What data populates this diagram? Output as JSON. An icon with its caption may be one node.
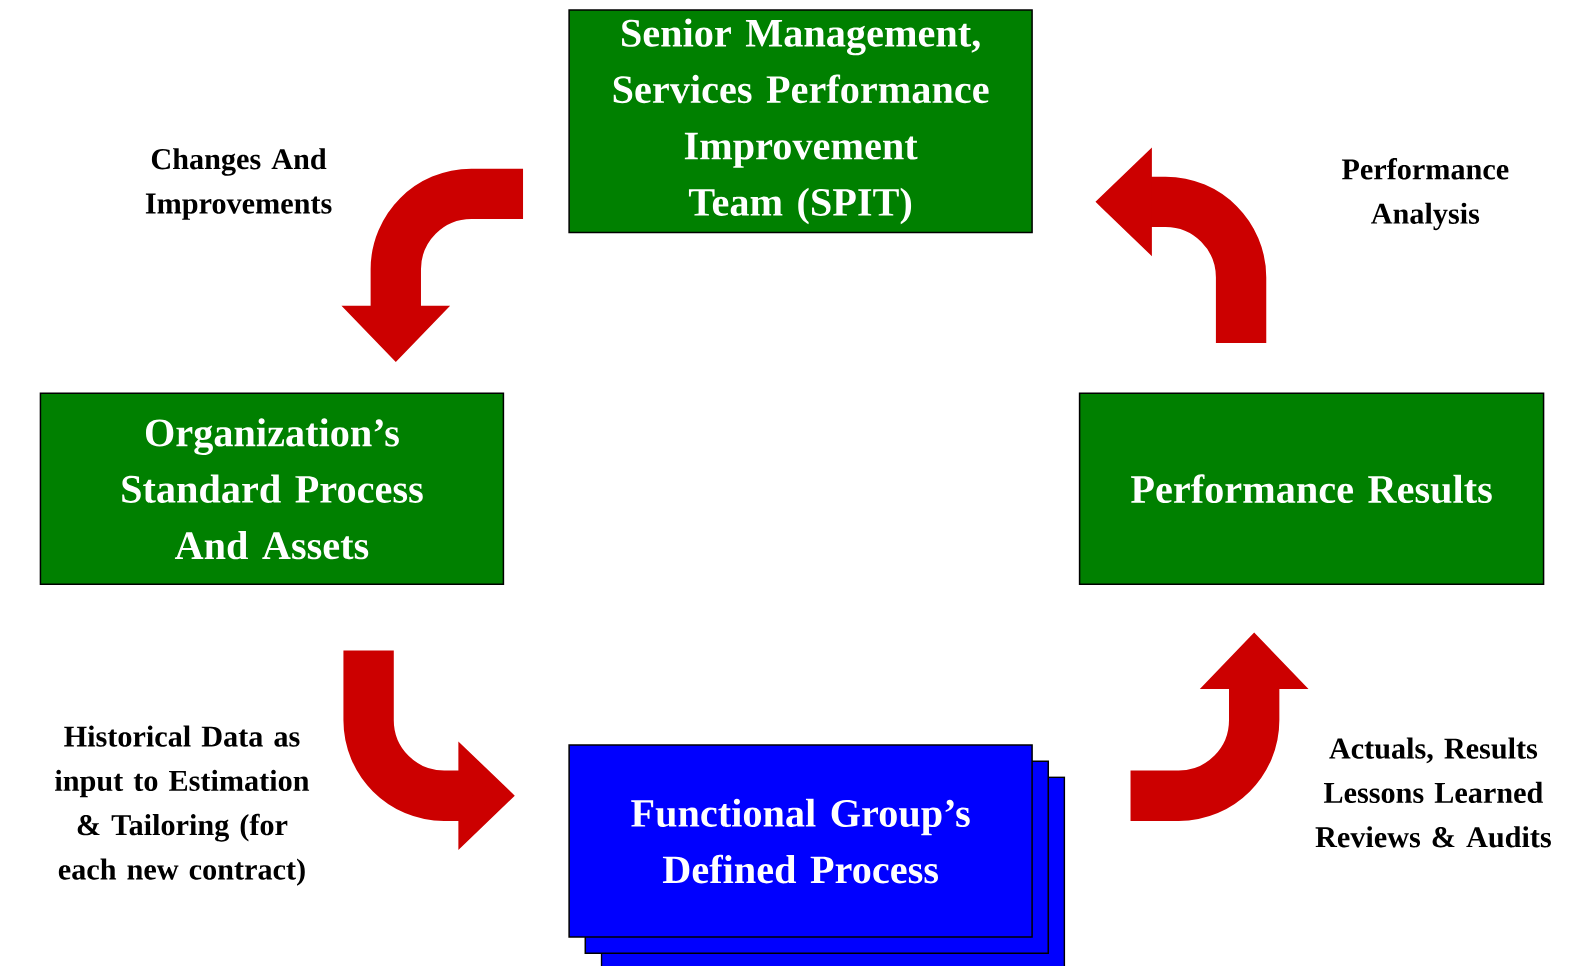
{
  "diagram": {
    "nodes": [
      {
        "text": [
          "Senior Management, Services Performance Improvement Team (SPIT)"
        ]
      },
      {
        "text": [
          "Organization’s Standard Process And Assets"
        ]
      },
      {
        "text": [
          "Performance Results"
        ]
      },
      {
        "text": [
          "Functional Group’s Defined Process"
        ]
      }
    ],
    "edges": [
      {
        "from": 0,
        "to": 1,
        "arrow": "to",
        "label": "Changes And Improvements"
      },
      {
        "from": 1,
        "to": 3,
        "arrow": "to",
        "label": "Historical Data as input to Estimation & Tailoring (for each new contract)"
      },
      {
        "from": 3,
        "to": 2,
        "arrow": "to",
        "label": "Actuals, Results Lessons Learned Reviews & Audits"
      },
      {
        "from": 2,
        "to": 0,
        "arrow": "to",
        "label": "Performance Analysis"
      }
    ]
  }
}
